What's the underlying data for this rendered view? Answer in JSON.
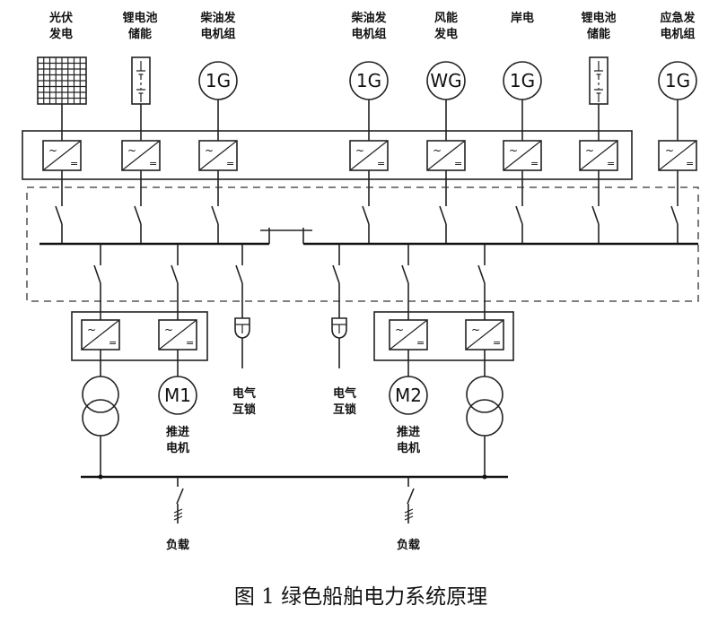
{
  "labels": {
    "pv": [
      "光伏",
      "发电"
    ],
    "battery_left": [
      "锂电池",
      "储能"
    ],
    "diesel_left": [
      "柴油发",
      "电机组"
    ],
    "diesel_right": [
      "柴油发",
      "电机组"
    ],
    "wind": [
      "风能",
      "发电"
    ],
    "shore": [
      "岸电"
    ],
    "battery_right": [
      "锂电池",
      "储能"
    ],
    "emergency": [
      "应急发",
      "电机组"
    ],
    "interlock_left": [
      "电气",
      "互锁"
    ],
    "interlock_right": [
      "电气",
      "互锁"
    ],
    "motor1_label": [
      "推进",
      "电机"
    ],
    "motor2_label": [
      "推进",
      "电机"
    ],
    "load_left": [
      "负载"
    ],
    "load_right": [
      "负载"
    ]
  },
  "symbols": {
    "gen_diesel_left": "1G",
    "gen_diesel_right": "1G",
    "gen_wind": "WG",
    "gen_shore": "1G",
    "gen_emergency": "1G",
    "motor1": "M1",
    "motor2": "M2"
  },
  "caption": "图 1  绿色船舶电力系统原理"
}
